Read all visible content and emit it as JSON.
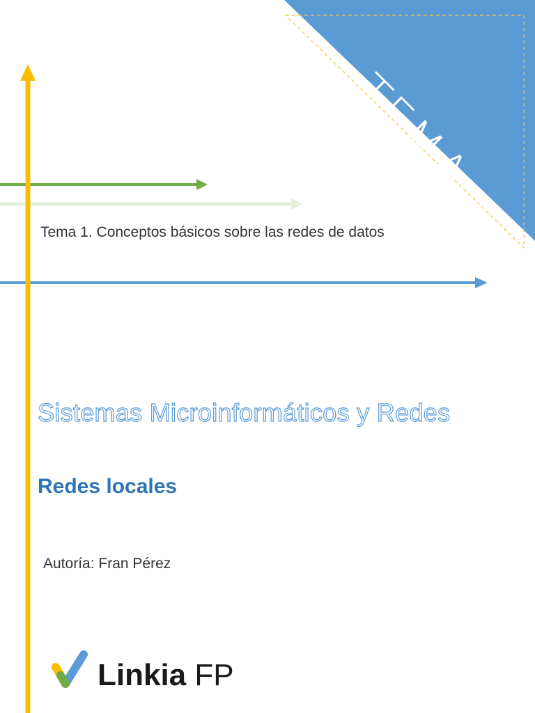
{
  "corner_badge": {
    "text": "TEMA",
    "color": "#5b9bd5"
  },
  "subtitle": "Tema 1. Conceptos básicos sobre las redes de datos",
  "course_title": "Sistemas Microinformáticos y Redes",
  "module_title": "Redes locales",
  "author": "Autoría: Fran Pérez",
  "logo": {
    "brand": "Linkia",
    "suffix": "FP",
    "icon": "checkmark-icon"
  },
  "colors": {
    "accent_yellow": "#f9bd00",
    "accent_green": "#70ad47",
    "accent_light_green": "#e2f0d9",
    "accent_blue": "#5b9bd5",
    "title_blue": "#2e75b6"
  }
}
